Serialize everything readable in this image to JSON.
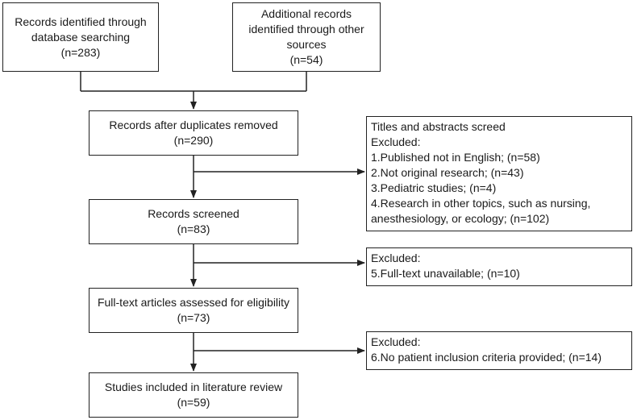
{
  "boxes": {
    "database": {
      "lines": [
        "Records identified through",
        "database searching",
        "(n=283)"
      ]
    },
    "other_sources": {
      "lines": [
        "Additional records",
        "identified through other",
        "sources",
        "(n=54)"
      ]
    },
    "after_duplicates": {
      "lines": [
        "Records after duplicates removed",
        "(n=290)"
      ]
    },
    "screened": {
      "lines": [
        "Records screened",
        "(n=83)"
      ]
    },
    "fulltext": {
      "lines": [
        "Full-text articles assessed for eligibility",
        "(n=73)"
      ]
    },
    "included": {
      "lines": [
        "Studies included in literature review",
        "(n=59)"
      ]
    }
  },
  "exclusions": {
    "titles_abstracts": {
      "lines": [
        "Titles and abstracts screed",
        "Excluded:",
        "1.Published not in English; (n=58)",
        "2.Not original research; (n=43)",
        "3.Pediatric studies; (n=4)",
        "4.Research in other topics, such as nursing,",
        "anesthesiology, or ecology; (n=102)"
      ]
    },
    "fulltext_unavailable": {
      "lines": [
        "Excluded:",
        "5.Full-text unavailable; (n=10)"
      ]
    },
    "no_criteria": {
      "lines": [
        "Excluded:",
        "6.No patient inclusion criteria provided; (n=14)"
      ]
    }
  }
}
